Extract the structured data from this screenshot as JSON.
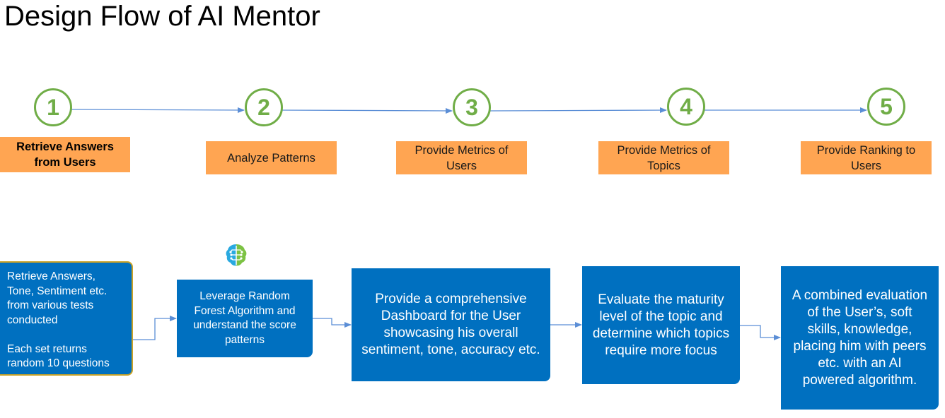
{
  "title": "Design Flow of AI Mentor",
  "colors": {
    "step_circle": "#70ad47",
    "step_label_bg": "#ffa552",
    "detail_box_bg": "#0070c0",
    "connector": "#5b8ed6"
  },
  "steps": [
    {
      "number": "1",
      "label": "Retrieve Answers from Users"
    },
    {
      "number": "2",
      "label": "Analyze Patterns"
    },
    {
      "number": "3",
      "label": "Provide Metrics of Users"
    },
    {
      "number": "4",
      "label": "Provide Metrics of Topics"
    },
    {
      "number": "5",
      "label": "Provide Ranking to Users"
    }
  ],
  "details": [
    {
      "text": "Retrieve Answers,\nTone, Sentiment etc.\nfrom various tests\nconducted\n\nEach set returns\nrandom 10 questions"
    },
    {
      "text": "Leverage Random Forest Algorithm and understand the score patterns",
      "icon": "brain-circuit-icon"
    },
    {
      "text": "Provide a comprehensive Dashboard for the User showcasing his overall sentiment, tone, accuracy etc."
    },
    {
      "text": "Evaluate the maturity level of the topic and determine which topics require more focus"
    },
    {
      "text": "A combined evaluation of the User’s, soft skills, knowledge, placing him with peers etc. with an AI powered algorithm."
    }
  ]
}
